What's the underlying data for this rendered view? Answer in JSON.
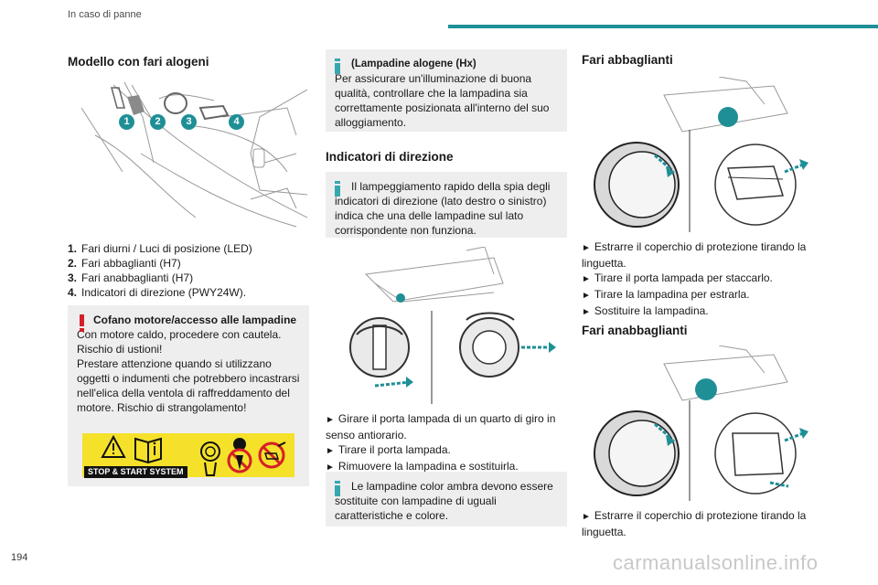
{
  "header": {
    "section": "In caso di panne"
  },
  "page_number": "194",
  "watermark": "carmanualsonline.info",
  "col1": {
    "title": "Modello con fari alogeni",
    "callouts": [
      "1",
      "2",
      "3",
      "4"
    ],
    "list": [
      {
        "num": "1.",
        "text": "Fari diurni / Luci di posizione (LED)"
      },
      {
        "num": "2.",
        "text": "Fari abbaglianti (H7)"
      },
      {
        "num": "3.",
        "text": "Fari anabbaglianti (H7)"
      },
      {
        "num": "4.",
        "text": "Indicatori di direzione (PWY24W)."
      }
    ],
    "warning": {
      "title": "Cofano motore/accesso alle lampadine",
      "text": "Con motore caldo, procedere con cautela. Rischio di ustioni!\nPrestare attenzione quando si utilizzano oggetti o indumenti che potrebbero incastrarsi nell'elica della ventola di raffreddamento del motore. Rischio di strangolamento!"
    },
    "sticker_label": "STOP & START SYSTEM"
  },
  "col2": {
    "info1": {
      "title": "(Lampadine alogene (Hx)",
      "text": "Per assicurare un'illuminazione di buona qualità, controllare che la lampadina sia correttamente posizionata all'interno del suo alloggiamento."
    },
    "title": "Indicatori di direzione",
    "info2": "Il lampeggiamento rapido della spia degli indicatori di direzione (lato destro o sinistro) indica che una delle lampadine sul lato corrispondente non funziona.",
    "steps": [
      "Girare il porta lampada di un quarto di giro in senso antiorario.",
      "Tirare il porta lampada.",
      "Rimuovere la lampadina e sostituirla."
    ],
    "info3": "Le lampadine color ambra devono essere sostituite con lampadine di uguali caratteristiche e colore."
  },
  "col3": {
    "title1": "Fari abbaglianti",
    "steps1": [
      "Estrarre il coperchio di protezione tirando la linguetta.",
      "Tirare il porta lampada per staccarlo.",
      "Tirare la lampadina per estrarla.",
      "Sostituire la lampadina."
    ],
    "title2": "Fari anabbaglianti",
    "steps2": [
      "Estrarre il coperchio di protezione tirando la linguetta."
    ]
  },
  "colors": {
    "accent": "#1f8f96",
    "info_icon": "#36a7ae",
    "warning": "#d42027",
    "sticker": "#f5e12a",
    "box_bg": "#eeeeef"
  }
}
